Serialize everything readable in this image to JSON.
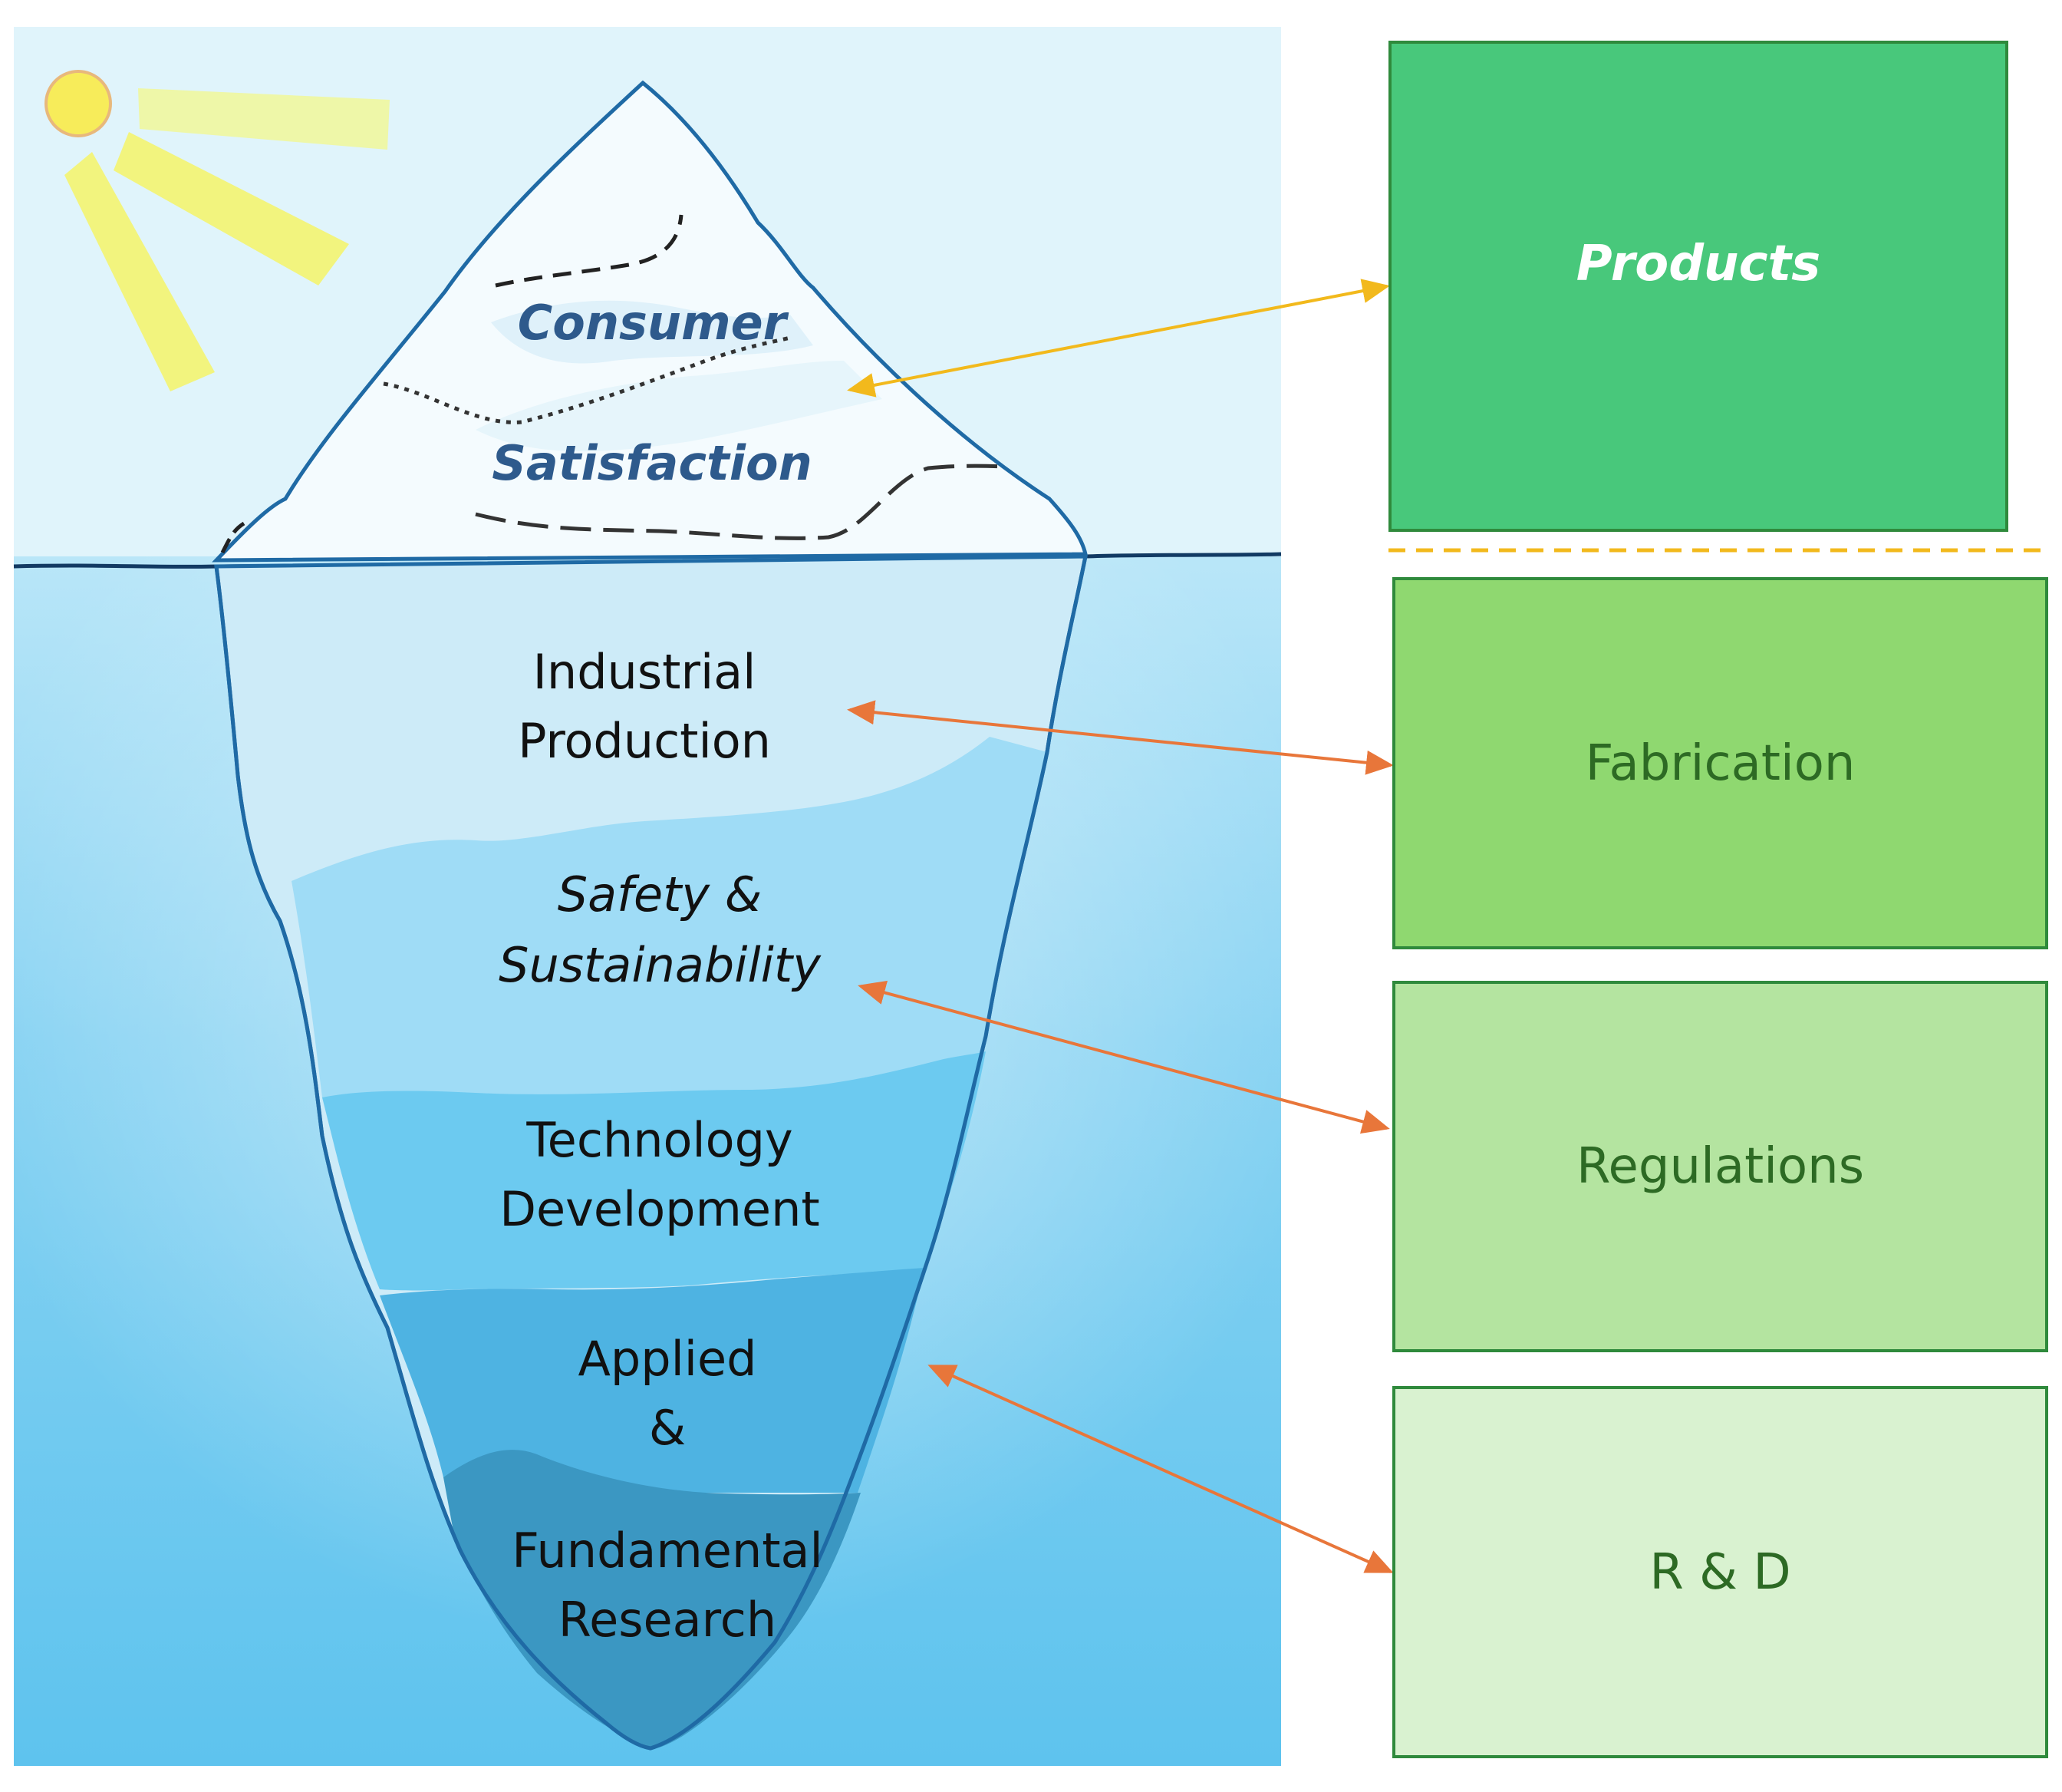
{
  "iceberg": {
    "tip_line1": "Consumer",
    "tip_line2": "Satisfaction",
    "layers": [
      {
        "line1": "Industrial",
        "line2": "Production"
      },
      {
        "line1": "Safety &",
        "line2": "Sustainability"
      },
      {
        "line1": "Technology",
        "line2": "Development"
      },
      {
        "line1": "Applied",
        "line2": "&"
      },
      {
        "line1": "Fundamental",
        "line2": "Research"
      }
    ]
  },
  "boxes": {
    "products": "Products",
    "fabrication": "Fabrication",
    "regulations": "Regulations",
    "rnd": "R & D"
  },
  "colors": {
    "sky": "#e0f4fb",
    "water": "#74cbef",
    "iceberg_outline": "#1f6aa5",
    "products_box": "#48c87b",
    "fabrication_box": "#8fd870",
    "regulations_box": "#b4e4a0",
    "rnd_box": "#d9f2d0",
    "yellow_arrow": "#f2b91c",
    "orange_arrow": "#e8763a",
    "sun": "#f7ec5a"
  }
}
